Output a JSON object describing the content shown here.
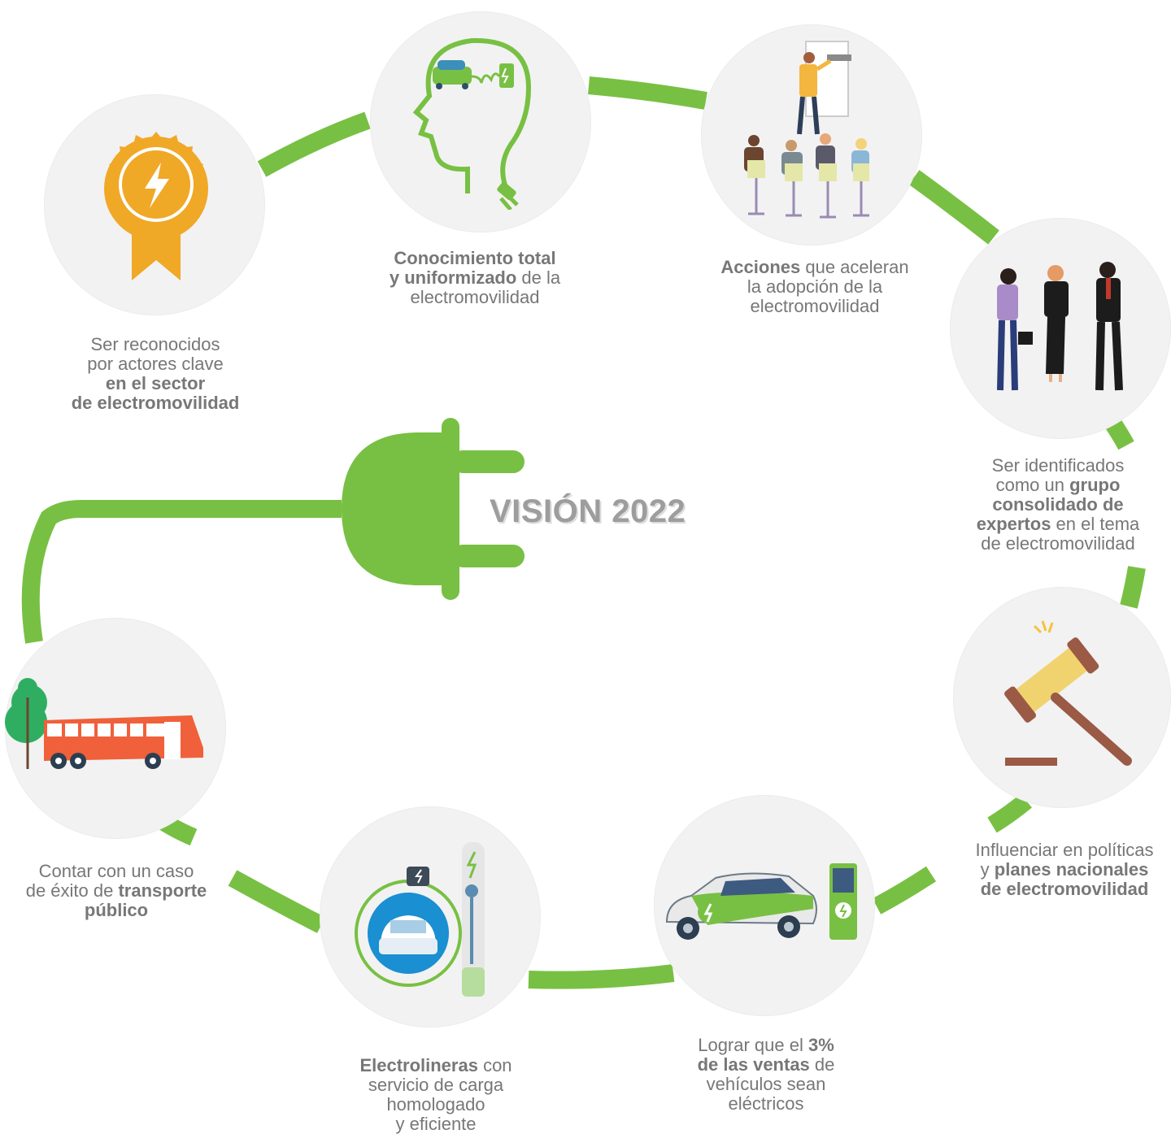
{
  "title": "VISIÓN 2022",
  "colors": {
    "ring": "#78c043",
    "circle": "#f2f2f2",
    "text": "#777777",
    "title": "#9d9d9d"
  },
  "items": [
    {
      "id": "recognition",
      "icon": "award-ribbon-icon",
      "lines": [
        [
          "",
          "Ser reconocidos",
          ""
        ],
        [
          "",
          "por actores clave",
          ""
        ],
        [
          "en el sector",
          "",
          ""
        ],
        [
          "de electromovilidad",
          "",
          ""
        ]
      ]
    },
    {
      "id": "knowledge",
      "icon": "head-ev-plug-icon",
      "lines": [
        [
          "Conocimiento total",
          "",
          ""
        ],
        [
          "y uniformizado",
          " de la",
          ""
        ],
        [
          "",
          "electromovilidad",
          ""
        ]
      ]
    },
    {
      "id": "actions",
      "icon": "presentation-meeting-icon",
      "lines": [
        [
          "Acciones",
          " que aceleran",
          ""
        ],
        [
          "",
          "la adopción de la",
          ""
        ],
        [
          "",
          "electromovilidad",
          ""
        ]
      ]
    },
    {
      "id": "experts",
      "icon": "business-people-icon",
      "lines": [
        [
          "",
          "Ser identificados",
          ""
        ],
        [
          "",
          "como un ",
          "grupo"
        ],
        [
          "consolidado de",
          "",
          ""
        ],
        [
          "expertos",
          " en el tema",
          ""
        ],
        [
          "",
          "de electromovilidad",
          ""
        ]
      ]
    },
    {
      "id": "policies",
      "icon": "gavel-icon",
      "lines": [
        [
          "",
          "Influenciar en políticas",
          ""
        ],
        [
          "",
          "y ",
          "planes nacionales"
        ],
        [
          "de electromovilidad",
          "",
          ""
        ]
      ]
    },
    {
      "id": "sales",
      "icon": "electric-car-charger-icon",
      "lines": [
        [
          "",
          "Lograr que el ",
          "3%"
        ],
        [
          "de las ventas",
          " de",
          ""
        ],
        [
          "",
          "vehículos sean",
          ""
        ],
        [
          "",
          "eléctricos",
          ""
        ]
      ]
    },
    {
      "id": "stations",
      "icon": "charging-station-icon",
      "lines": [
        [
          "Electrolineras",
          " con",
          ""
        ],
        [
          "",
          "servicio de carga",
          ""
        ],
        [
          "",
          "homologado",
          ""
        ],
        [
          "",
          "y eficiente",
          ""
        ]
      ]
    },
    {
      "id": "transport",
      "icon": "electric-bus-icon",
      "lines": [
        [
          "",
          "Contar con un caso",
          ""
        ],
        [
          "",
          "de éxito de ",
          "transporte"
        ],
        [
          "público",
          "",
          ""
        ]
      ]
    }
  ]
}
